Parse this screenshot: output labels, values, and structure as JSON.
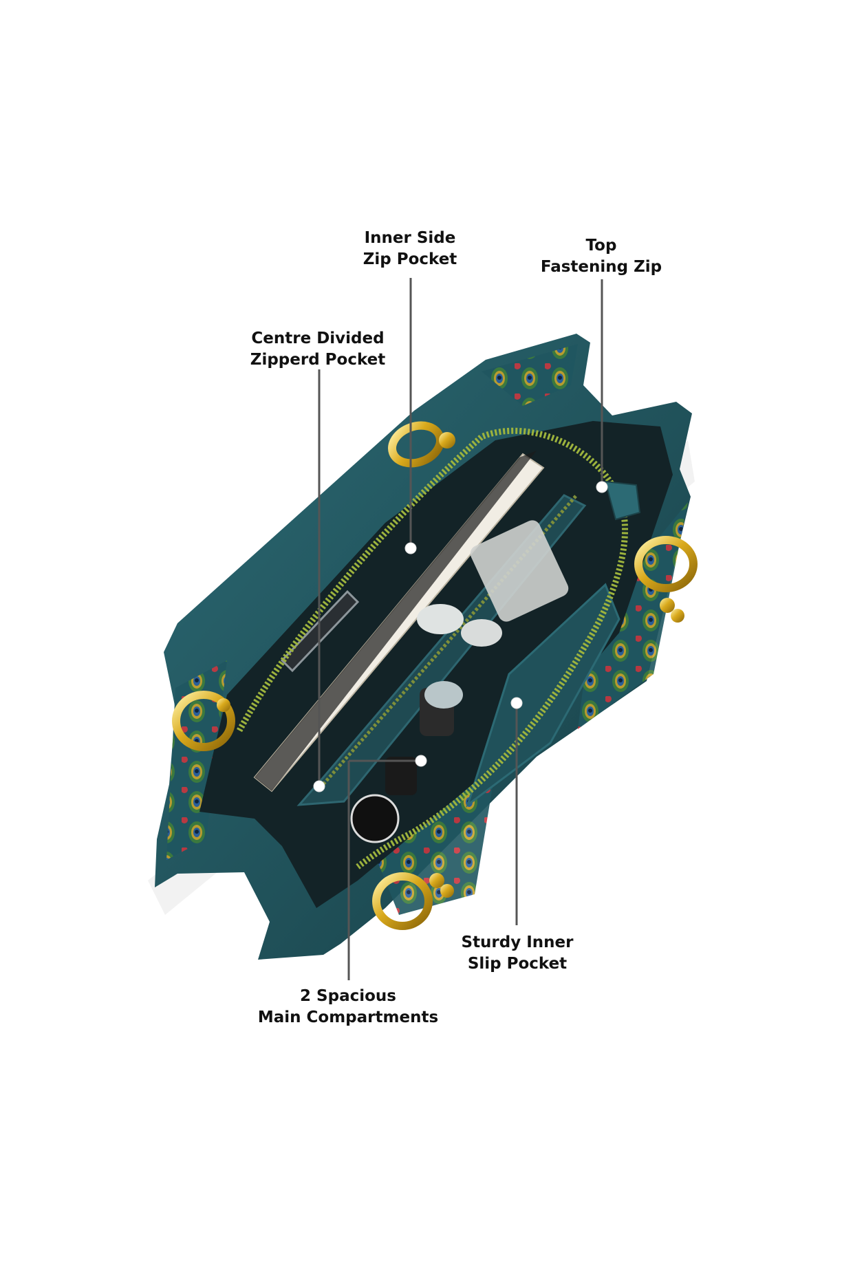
{
  "callouts": {
    "inner_side_zip_pocket": {
      "line1": "Inner Side",
      "line2": "Zip Pocket"
    },
    "top_fastening_zip": {
      "line1": "Top",
      "line2": "Fastening Zip"
    },
    "centre_divided_pocket": {
      "line1": "Centre Divided",
      "line2": "Zipperd Pocket"
    },
    "sturdy_inner_slip_pocket": {
      "line1": "Sturdy Inner",
      "line2": "Slip Pocket"
    },
    "main_compartments": {
      "line1": "2 Spacious",
      "line2": "Main Compartments"
    }
  },
  "colors": {
    "bag_teal": "#1f4f58",
    "bag_interior": "#142428",
    "zipper": "#8fa43a",
    "gold_hardware": "#d9a91c",
    "callout_line": "#555555",
    "callout_dot": "#ffffff"
  }
}
